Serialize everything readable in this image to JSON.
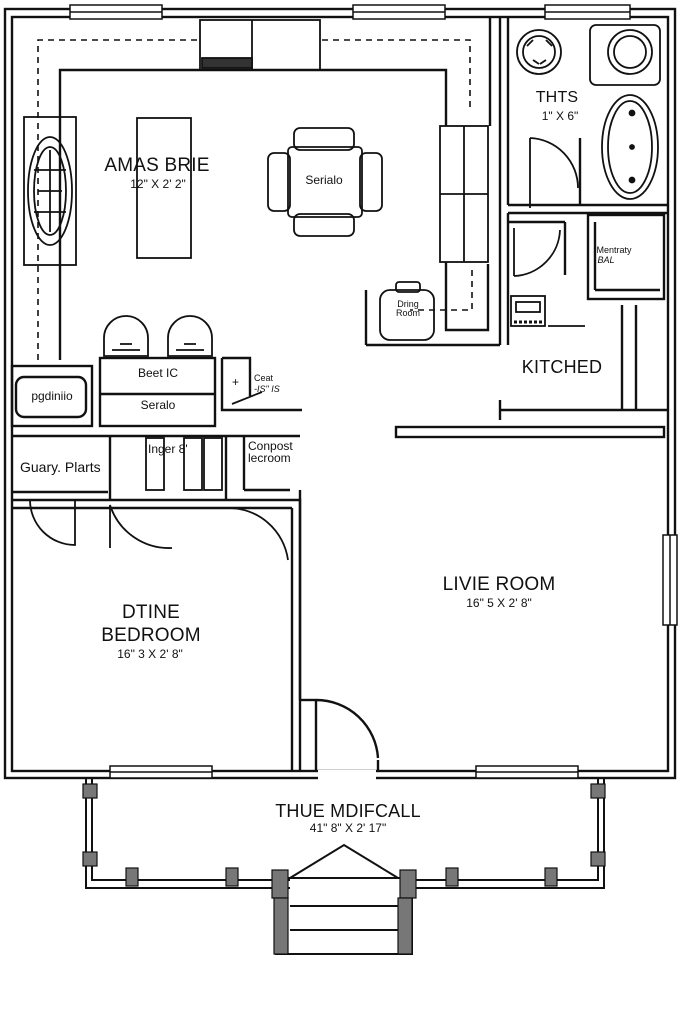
{
  "rooms": {
    "master": {
      "name": "AMAS BRIE",
      "dims": "12\" X 2' 2\""
    },
    "bath": {
      "name": "THTS",
      "dims": "1\" X 6\""
    },
    "kitchen": {
      "name": "KITCHED"
    },
    "living": {
      "name": "LIVIE ROOM",
      "dims": "16\" 5 X 2' 8\""
    },
    "bedroom": {
      "name_line1": "DTINE",
      "name_line2": "BEDROOM",
      "dims": "16\" 3 X 2' 8\""
    },
    "porch": {
      "name": "THUE MDIFCALL",
      "dims": "41\" 8\" X 2' 17\""
    }
  },
  "labels": {
    "table_a": "Serialo",
    "dining": "Dring Room",
    "laundry": "pgdiniio",
    "beet": "Beet IC",
    "serialo2": "Seralo",
    "ceat": "Ceat",
    "ceat_dim": "-IS\" IS",
    "pantry": "Guary. Plarts",
    "inger": "Inger 8'",
    "compost_1": "Conpost",
    "compost_2": "lecroom",
    "mentraty_1": "Mentraty",
    "mentraty_2": "BAL"
  }
}
